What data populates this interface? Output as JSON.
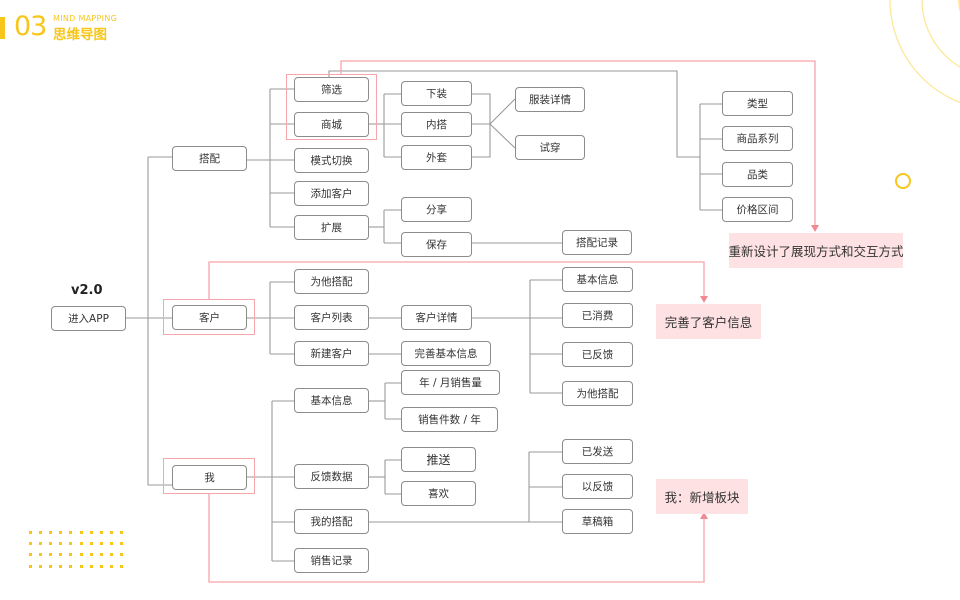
{
  "header": {
    "number": "03",
    "subtitle_en": "MIND MAPPING",
    "title_cn": "思维导图"
  },
  "version_label": "v2.0",
  "colors": {
    "node_border": "#8c8c8c",
    "connector": "#9a9a9a",
    "highlight": "#f6a5ab",
    "note_fill": "#fde1e3",
    "accent_yellow": "#f8c61a",
    "decor_yellow_light": "#fde89a"
  },
  "root": {
    "label": "进入APP"
  },
  "branches": {
    "dapei": {
      "label": "搭配",
      "children": {
        "shaixuan": "筛选",
        "shangcheng": "商城",
        "moshi": "模式切换",
        "tianjia": "添加客户",
        "kuozhan": "扩展"
      },
      "shangcheng_children": {
        "xiazhuang": "下装",
        "neida": "内搭",
        "waitao": "外套"
      },
      "neida_children": {
        "xiangqing": "服装详情",
        "shichuan": "试穿"
      },
      "shaixuan_children": {
        "leixing": "类型",
        "xilie": "商品系列",
        "pinlei": "品类",
        "jiage": "价格区间"
      },
      "kuozhan_children": {
        "fenxiang": "分享",
        "baocun": "保存"
      },
      "baocun_children": {
        "jilu": "搭配记录"
      }
    },
    "kehu": {
      "label": "客户",
      "children": {
        "weita": "为他搭配",
        "liebiao": "客户列表",
        "xinjian": "新建客户"
      },
      "liebiao_children": {
        "xiangqing": "客户详情"
      },
      "xinjian_children": {
        "wanshan": "完善基本信息"
      },
      "xiangqing_children": {
        "jiben": "基本信息",
        "xiaofei": "已消费",
        "fankui": "已反馈",
        "weita": "为他搭配"
      }
    },
    "wo": {
      "label": "我",
      "children": {
        "jiben": "基本信息",
        "fankui": "反馈数据",
        "dapei": "我的搭配",
        "xiaoshou": "销售记录"
      },
      "jiben_children": {
        "nianyue": "年 / 月销售量",
        "jianshu": "销售件数 / 年"
      },
      "fankui_children": {
        "tuisong": "推送",
        "xihuan": "喜欢"
      },
      "dapei_children": {
        "fasong": "已发送",
        "yifankui": "以反馈",
        "caogao": "草稿箱"
      }
    }
  },
  "notes": {
    "redesign": "重新设计了展现方式和交互方式",
    "customer": "完善了客户信息",
    "me": "我：新增板块"
  }
}
